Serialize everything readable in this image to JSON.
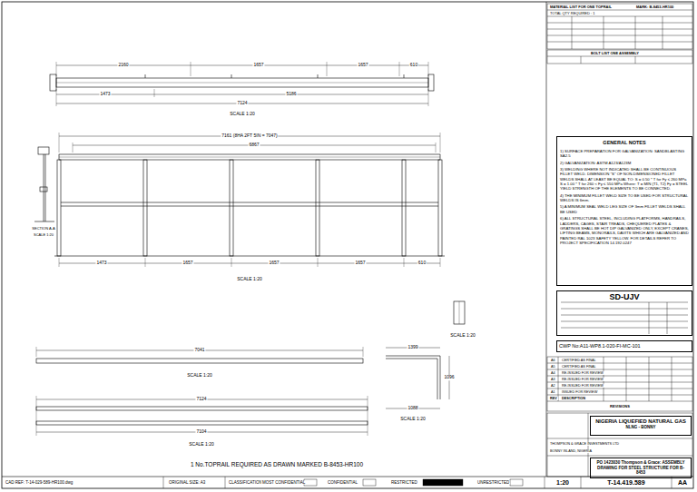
{
  "diagram": {
    "nodes": [
      {
        "text": [
          "GENERAL NOTES",
          "1) SURFACE PREPARATION FOR GALVANIZATION: SANDBLASTING SA2.5",
          "2) GALVANIZATION: ASTM A123/A123M",
          "3) WELDING WHERE NOT INDICATED SHALL BE CONTINUOUS FILLET WELD. DIMENSION \"S\" OF NON-DIMENSIONED FILLET WELDS SHALL AT LEAST BE EQUAL TO: S = 0.50 * T for Fy ≤ 260 MPa S = 1.00 * T for 260 < Fy ≤ 550 MPa Where: T = MIN (T1, T2) Fy = STEEL YIELD STRENGTH OF THE ELEMENTS TO BE CONNECTED.",
          "4) THE MINIMUM FILLET WELD SIZE TO BE USED FOR STRUCTURAL WELDS IS 6mm.",
          "5) A MINIMUM SEAL WELD LEG SIZE OF 3mm FILLET WELDS SHALL BE USED",
          "6) ALL STRUCTURAL STEEL, INCLUDING PLATFORMS, HANDRAILS, LADDERS, CAGES, STAIR TREADS, CHEQUERED PLATES & GRATINGS SHALL BE HOT DIP GALVANIZED ONLY, EXCEPT CRANES, LIFTING BEAMS, MONORAILS, DAVITS WHICH ARE GALVANIZED AND PAINTED RAL 1023 SAFETY YELLOW. FOR DETAILS REFER TO PROJECT SPECIFICATION 14.192.0247"
        ]
      },
      {
        "text": [
          "SD-UJV"
        ]
      },
      {
        "text": [
          "CWP No:A11-WP8.1-020-FI-MC-101"
        ]
      },
      {
        "text": [
          "NIGERIA LIQUEFIED NATURAL GAS",
          "NLNG - BONNY"
        ]
      },
      {
        "text": [
          "PO 1423030 Thompson & Grace: ASSEMBLY DRAWING FOR STEEL STRUCTURE FOR B-8453"
        ]
      }
    ],
    "labels": [
      "2160",
      "1657",
      "1657",
      "610",
      "1473",
      "5186",
      "7124",
      "SCALE 1:20",
      "7161 (8HA 2FT 5IN = 7047)",
      "6867",
      "1473",
      "1657",
      "1657",
      "1657",
      "610",
      "SCALE 1:20",
      "SECTION A-A",
      "SCALE 1:20",
      "7041",
      "SCALE 1:20",
      "7124",
      "7104",
      "SCALE 1:20",
      "1399",
      "1096",
      "1088",
      "SCALE 1:20",
      "SCALE 1:20",
      "1 No.TOPRAIL REQUIRED AS DRAWN MARKED B-8453-HR100",
      "MATERIAL LIST FOR ONE TOPRAIL",
      "MARK: B-8453-HR100",
      "TOTAL QTY REQUIRED : 1",
      "BOLT LIST ONE ASSEMBLY",
      "A6",
      "CERTIFIED AS FINAL",
      "A5",
      "CERTIFIED AS FINAL",
      "A4",
      "RE-ISSUED FOR REVIEW",
      "A3",
      "RE-ISSUED FOR REVIEW",
      "A2",
      "RE-ISSUED FOR REVIEW",
      "A1",
      "ISSUED FOR REVIEW",
      "REV",
      "DESCRIPTION",
      "REVISIONS",
      "THOMPSON & GRACE INVESTMENTS LTD",
      "BONNY ISLAND, NIGERIA",
      "CAD REF: T-14-029-589-HR100.dwg",
      "ORIGINAL SIZE: A3",
      "CLASSIFICATION:",
      "MOST CONFIDENTIAL",
      "CONFIDENTIAL",
      "RESTRICTED",
      "UNRESTRICTED",
      "1:20",
      "T-14.419.589",
      "AA"
    ]
  }
}
